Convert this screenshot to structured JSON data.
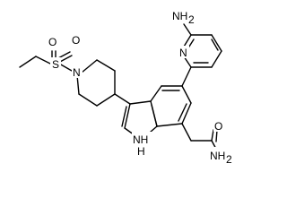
{
  "diagram": {
    "atoms": [
      {
        "id": "s",
        "text": "S"
      },
      {
        "id": "o1",
        "text": "O"
      },
      {
        "id": "o2",
        "text": "O"
      },
      {
        "id": "n_pip",
        "text": "N"
      },
      {
        "id": "nh2_top",
        "text": "NH"
      },
      {
        "id": "nh2_top_sub",
        "text": "2"
      },
      {
        "id": "n_pyr",
        "text": "N"
      },
      {
        "id": "nh",
        "text": "NH"
      },
      {
        "id": "nh_h",
        "text": "H"
      },
      {
        "id": "o_amide",
        "text": "O"
      },
      {
        "id": "nh2_amide",
        "text": "NH"
      },
      {
        "id": "nh2_amide_sub",
        "text": "2"
      }
    ]
  }
}
